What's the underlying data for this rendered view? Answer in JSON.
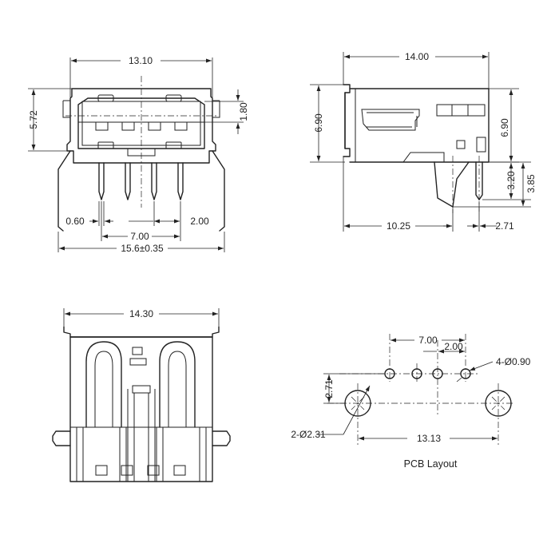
{
  "front_view": {
    "width": "13.10",
    "height": "5.72",
    "tongue_height": "1.80",
    "pin_width": "0.60",
    "pin_pitch": "2.00",
    "pin_span": "7.00",
    "overall_width": "15.6±0.35"
  },
  "side_view": {
    "length": "14.00",
    "height_left": "6.90",
    "height_right": "6.90",
    "lead_depth_1": "3.20",
    "lead_depth_2": "3.85",
    "leg_offset": "10.25",
    "leg_spacing": "2.71"
  },
  "top_view": {
    "width": "14.30"
  },
  "pcb_layout": {
    "title": "PCB Layout",
    "pin_span": "7.00",
    "pin_pitch": "2.00",
    "small_holes": "4-Ø0.90",
    "row_offset": "2.71",
    "large_holes": "2-Ø2.31",
    "mount_spacing": "13.13"
  },
  "colors": {
    "line": "#222222",
    "background": "#ffffff"
  }
}
